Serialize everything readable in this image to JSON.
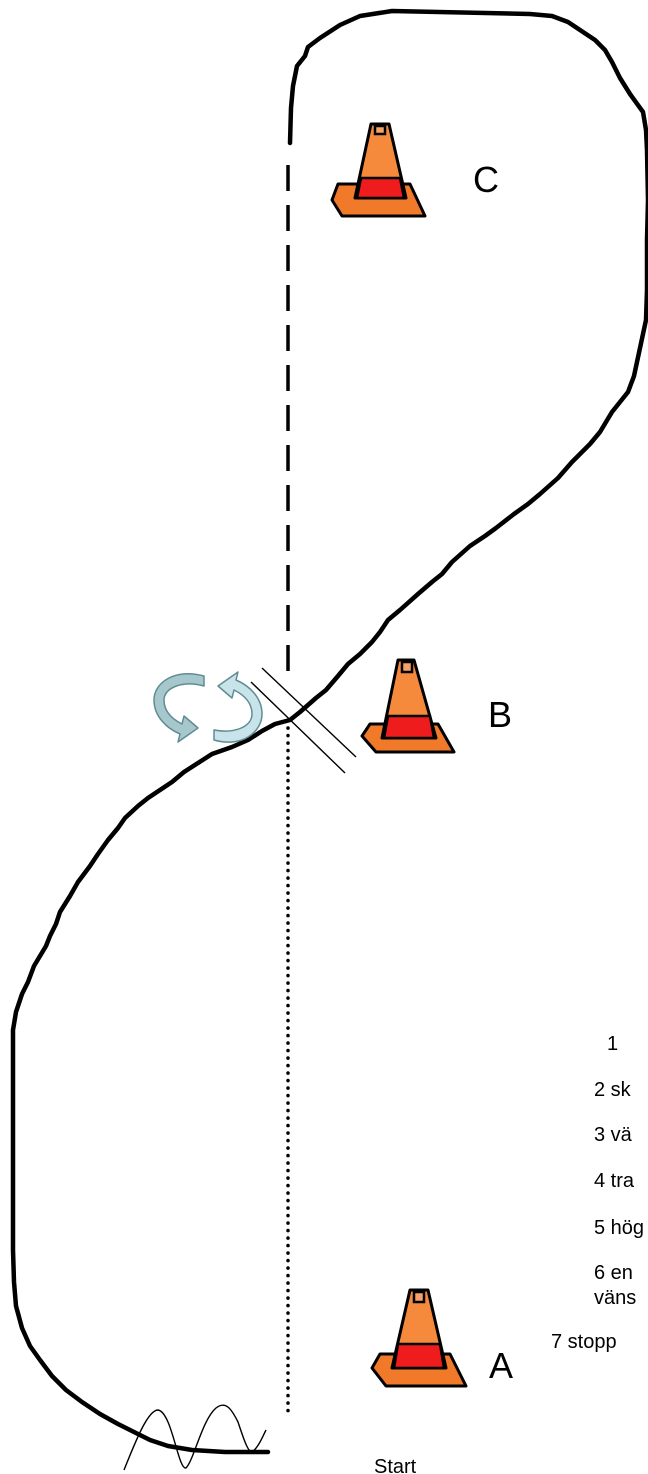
{
  "cones": {
    "a_label": "A",
    "b_label": "B",
    "c_label": "C"
  },
  "start_label": "Start",
  "steps": [
    "1",
    "2 sk",
    "3 vä",
    "4 tra",
    "5 hög",
    "6 en",
    "väns",
    "7 stopp"
  ],
  "colors": {
    "cone_orange": "#f58a3c",
    "cone_band": "#ee1c1c",
    "rotation_arrows": "#a6c8cc",
    "path": "#000000"
  },
  "icons": {
    "cone": "traffic-cone-icon",
    "rotate": "rotation-arrows-icon"
  }
}
